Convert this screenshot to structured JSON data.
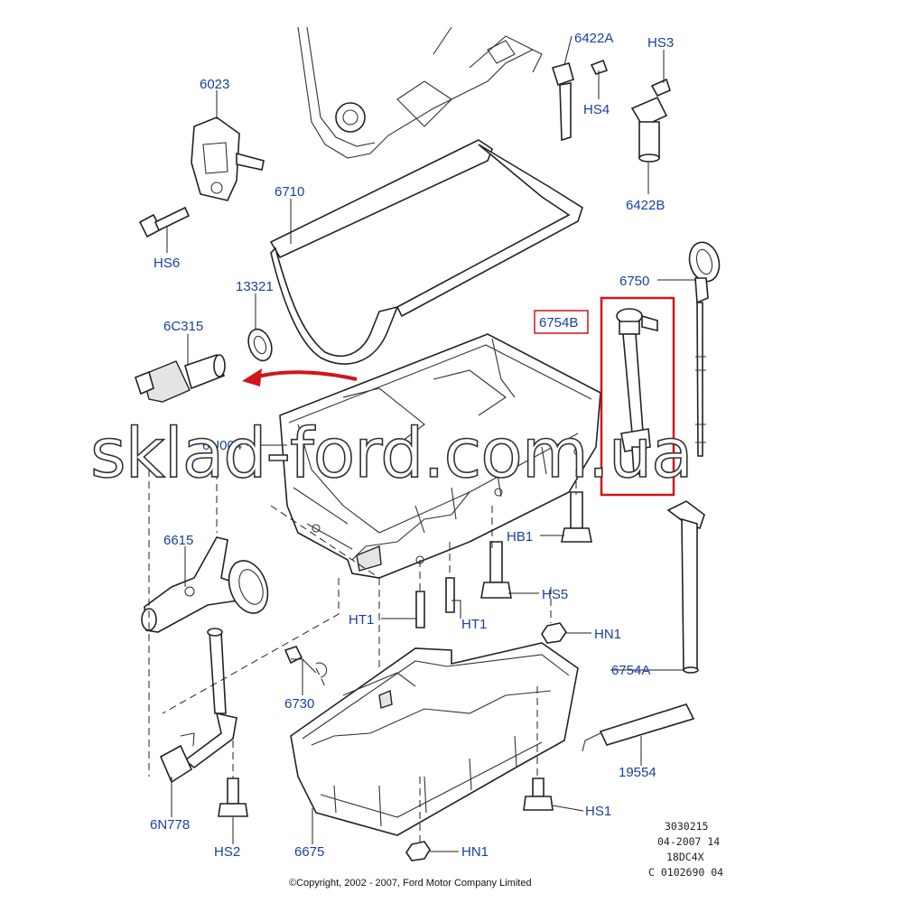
{
  "labels": {
    "p6422A": "6422A",
    "hs3": "HS3",
    "hs4": "HS4",
    "p6422B": "6422B",
    "p6023": "6023",
    "p6710": "6710",
    "hs6": "HS6",
    "p13321": "13321",
    "p6C315": "6C315",
    "p6750": "6750",
    "p6754B": "6754B",
    "p6U004": "6U004",
    "hb1": "HB1",
    "p6615": "6615",
    "hs5": "HS5",
    "ht1a": "HT1",
    "ht1b": "HT1",
    "hn1a": "HN1",
    "p6754A": "6754A",
    "p6730": "6730",
    "p19554": "19554",
    "p6N778": "6N778",
    "hs1": "HS1",
    "hs2": "HS2",
    "p6675": "6675",
    "hn1b": "HN1"
  },
  "meta": {
    "line1": "3030215",
    "line2": "04-2007 14",
    "line3": "18DC4X",
    "line4": "C 0102690 04"
  },
  "copyright": "©Copyright, 2002 - 2007, Ford Motor Company Limited",
  "watermark": "sklad-ford.com.ua",
  "colors": {
    "label": "#1a3fa0",
    "highlight_box": "#d0141c",
    "arrow": "#d0141c"
  }
}
